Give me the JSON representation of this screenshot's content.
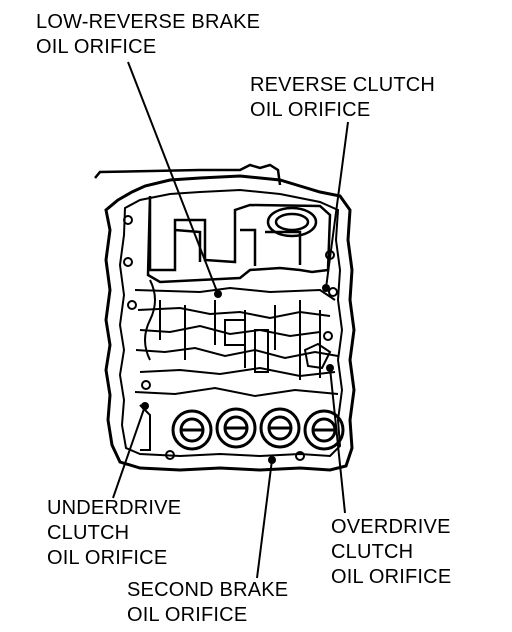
{
  "labels": {
    "low_reverse": {
      "line1": "LOW-REVERSE BRAKE",
      "line2": "OIL ORIFICE"
    },
    "reverse_clutch": {
      "line1": "REVERSE CLUTCH",
      "line2": "OIL ORIFICE"
    },
    "underdrive": {
      "line1": "UNDERDRIVE",
      "line2": "CLUTCH",
      "line3": "OIL ORIFICE"
    },
    "overdrive": {
      "line1": "OVERDRIVE",
      "line2": "CLUTCH",
      "line3": "OIL ORIFICE"
    },
    "second_brake": {
      "line1": "SECOND BRAKE",
      "line2": "OIL ORIFICE"
    }
  }
}
